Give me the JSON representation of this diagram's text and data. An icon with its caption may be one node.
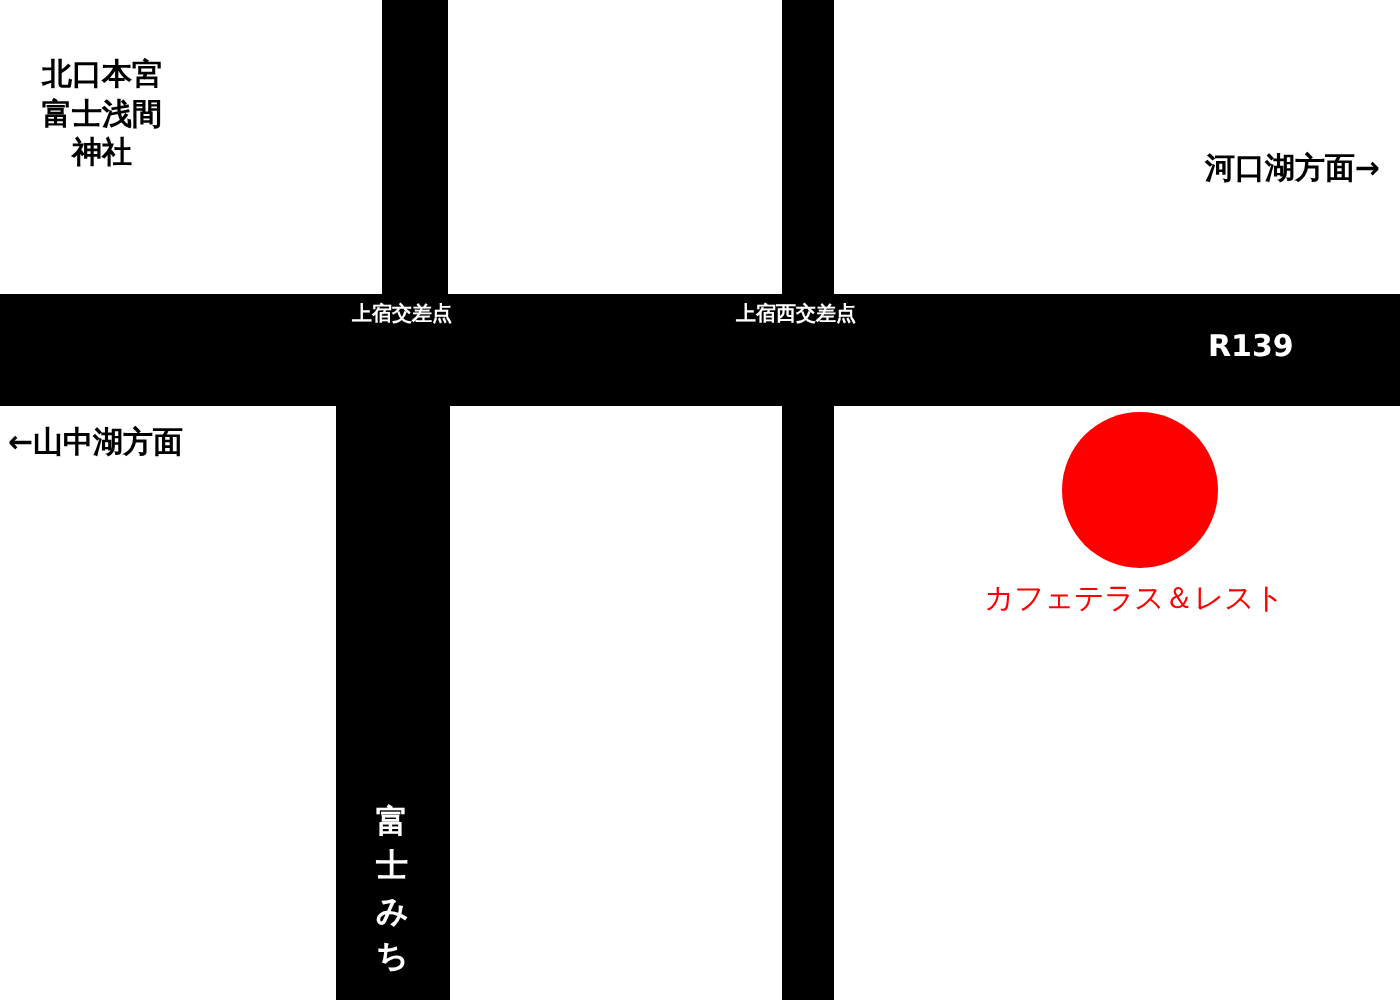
{
  "diagram": {
    "nodes": [
      {
        "text": [],
        "shape": "circle"
      }
    ],
    "labels": [
      "北口本宮富士浅間神社",
      "河口湖方面→",
      "上宿交差点",
      "上宿西交差点",
      "R139",
      "←山中湖方面",
      "カフェテラス＆レスト",
      "富士みち"
    ]
  }
}
